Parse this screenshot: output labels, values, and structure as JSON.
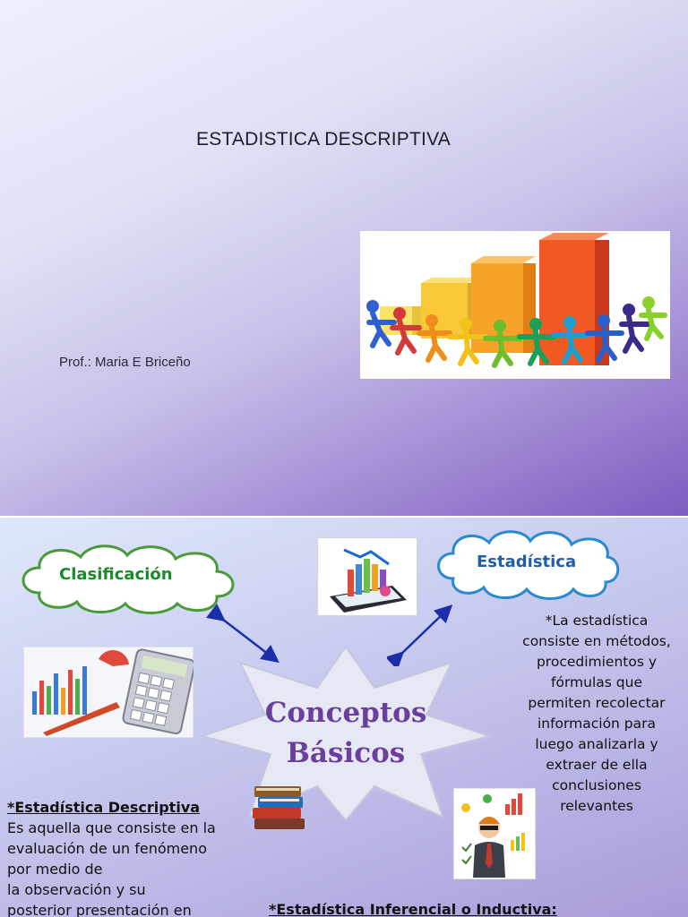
{
  "slide1": {
    "title": "ESTADISTICA DESCRIPTIVA",
    "author": "Prof.: Maria E Briceño"
  },
  "slide2": {
    "cloud_left": "Clasificación",
    "cloud_right": "Estadística",
    "center_label_line1": "Conceptos",
    "center_label_line2": "Básicos",
    "definition_lines": [
      "*La estadística",
      "consiste en métodos,",
      "procedimientos y",
      "fórmulas que",
      "permiten recolectar",
      "información para",
      "luego analizarla y",
      "extraer de ella",
      "conclusiones",
      "relevantes"
    ],
    "descriptiva_heading": "*Estadística Descriptiva",
    "descriptiva_lines": [
      "Es aquella que consiste en la",
      "evaluación de un fenómeno",
      "por medio de",
      "la observación y su",
      "posterior presentación en"
    ],
    "inferencial_heading": "*Estadística Inferencial o Inductiva:"
  },
  "colors": {
    "cloud_left_text": "#1a8a2a",
    "cloud_right_text": "#1f5fa8",
    "star_text": "#6b3fa0",
    "arrow": "#1a2fa8"
  },
  "icons": [
    "bar-chart-people-image",
    "tablet-chart-image",
    "calculator-chart-image",
    "books-icon",
    "businessman-icon"
  ]
}
